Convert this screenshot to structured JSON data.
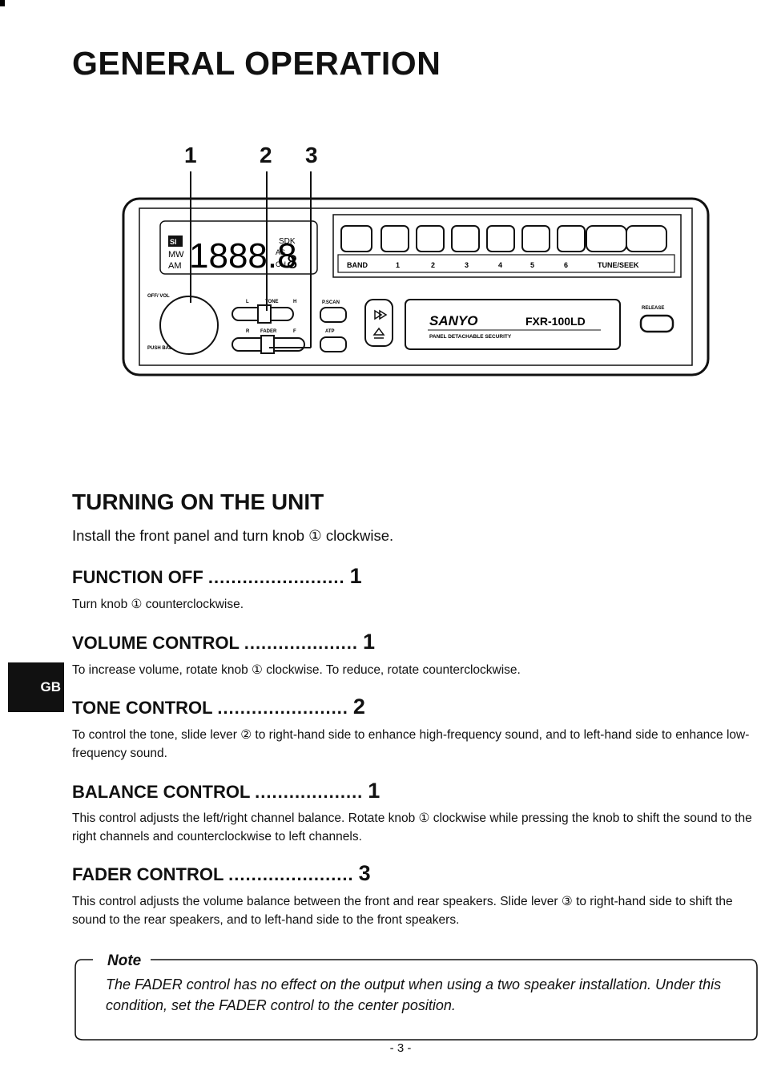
{
  "page_title": "GENERAL OPERATION",
  "diagram": {
    "callouts": [
      "1",
      "2",
      "3"
    ],
    "display": {
      "sound": "SDK",
      "as": "AS",
      "ch": "CH",
      "freq": "1888.8",
      "channel": "8",
      "band_sm": "SI",
      "band_mw": "MW",
      "band_am": "AM"
    },
    "preset_labels": [
      "BAND",
      "1",
      "2",
      "3",
      "4",
      "5",
      "6",
      "TUNE/SEEK"
    ],
    "knob_label_top": "OFF/ VOL",
    "knob_label_bottom": "PUSH BAL",
    "tone_label": [
      "L",
      "TONE",
      "H"
    ],
    "fader_label": [
      "R",
      "FADER",
      "F"
    ],
    "pscan_label": "P.SCAN",
    "atp_label": "ATP",
    "brand": "SANYO",
    "model": "FXR-100LD",
    "panel_text": "PANEL DETACHABLE SECURITY",
    "release_label": "RELEASE"
  },
  "section": {
    "title": "TURNING ON THE UNIT",
    "intro": "Install the front panel and turn knob ① clockwise."
  },
  "subsections": [
    {
      "title": "FUNCTION OFF",
      "leader": "........................",
      "ref": "1",
      "text": "Turn knob ① counterclockwise."
    },
    {
      "title": "VOLUME CONTROL",
      "leader": "....................",
      "ref": "1",
      "text": "To increase volume, rotate knob ① clockwise. To reduce, rotate counterclockwise."
    },
    {
      "title": "TONE CONTROL",
      "leader": ".......................",
      "ref": "2",
      "text": "To control the tone, slide lever ② to right-hand side to enhance high-frequency sound, and to left-hand side to enhance low-frequency sound."
    },
    {
      "title": "BALANCE CONTROL",
      "leader": "...................",
      "ref": "1",
      "text": "This control adjusts the left/right channel balance. Rotate knob ① clockwise while pressing the knob to shift the sound to the right channels and counterclockwise to left channels."
    },
    {
      "title": "FADER CONTROL",
      "leader": "......................",
      "ref": "3",
      "text": "This control adjusts the volume balance between the front and rear speakers. Slide lever ③ to right-hand side to shift the sound to the rear speakers, and to left-hand side to the front speakers."
    }
  ],
  "side_tab": "GB",
  "note": {
    "label": "Note",
    "text": "The FADER control has no effect on the output when using a two speaker installation. Under this condition, set the FADER control to the center position."
  },
  "page_number": "- 3 -"
}
